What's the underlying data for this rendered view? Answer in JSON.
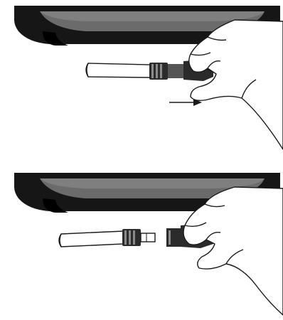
{
  "figure": {
    "panels": [
      {
        "id": "connected",
        "arrow_direction": "right"
      },
      {
        "id": "disconnected"
      }
    ],
    "colors": {
      "device_body": "#161616",
      "device_base": "#3a3a3a",
      "device_highlight": "#6b6b6b",
      "line_art": "#1a1a1a",
      "coupling_dark": "#2b2b2b",
      "coupling_metal": "#8a8a8a",
      "background": "#ffffff"
    }
  }
}
